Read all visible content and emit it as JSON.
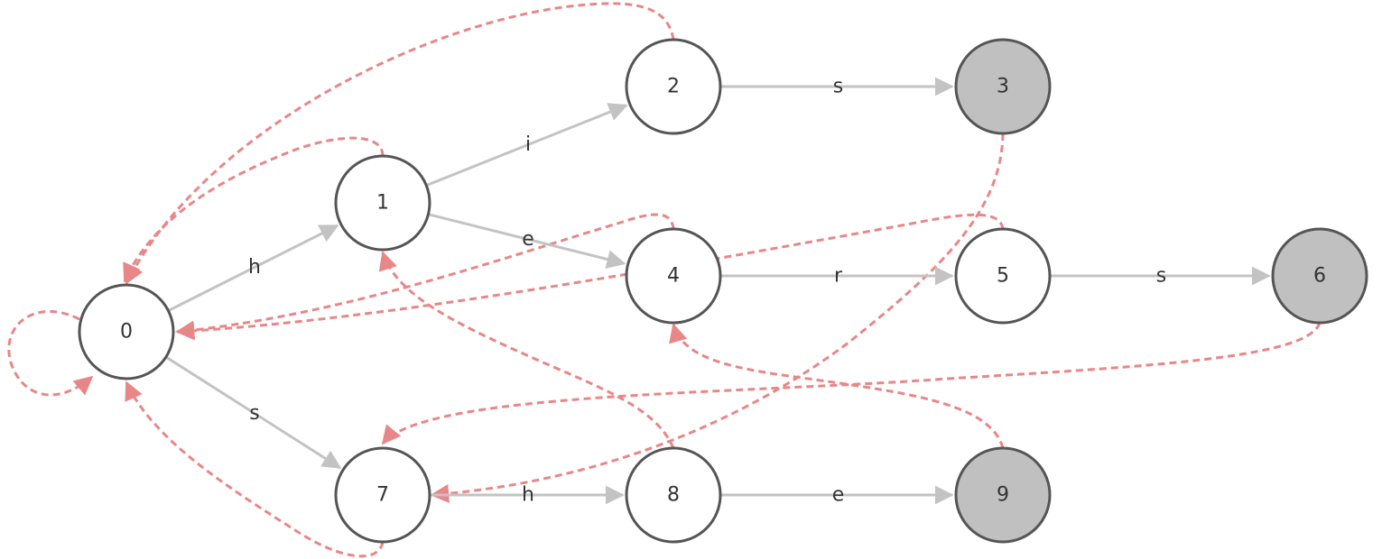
{
  "colors": {
    "transition_edge": "#c3c3c3",
    "failure_link": "#e88787",
    "node_stroke": "#555555",
    "node_fill": "#ffffff",
    "accept_fill": "#bfc0bf"
  },
  "nodes": [
    {
      "id": "0",
      "label": "0",
      "accepting": false
    },
    {
      "id": "1",
      "label": "1",
      "accepting": false
    },
    {
      "id": "2",
      "label": "2",
      "accepting": false
    },
    {
      "id": "3",
      "label": "3",
      "accepting": true
    },
    {
      "id": "4",
      "label": "4",
      "accepting": false
    },
    {
      "id": "5",
      "label": "5",
      "accepting": false
    },
    {
      "id": "6",
      "label": "6",
      "accepting": true
    },
    {
      "id": "7",
      "label": "7",
      "accepting": false
    },
    {
      "id": "8",
      "label": "8",
      "accepting": false
    },
    {
      "id": "9",
      "label": "9",
      "accepting": true
    }
  ],
  "transitions": [
    {
      "from": "0",
      "to": "1",
      "label": "h"
    },
    {
      "from": "0",
      "to": "7",
      "label": "s"
    },
    {
      "from": "1",
      "to": "2",
      "label": "i"
    },
    {
      "from": "1",
      "to": "4",
      "label": "e"
    },
    {
      "from": "2",
      "to": "3",
      "label": "s"
    },
    {
      "from": "4",
      "to": "5",
      "label": "r"
    },
    {
      "from": "5",
      "to": "6",
      "label": "s"
    },
    {
      "from": "7",
      "to": "8",
      "label": "h"
    },
    {
      "from": "8",
      "to": "9",
      "label": "e"
    }
  ],
  "failure_links": [
    {
      "from": "0",
      "to": "0"
    },
    {
      "from": "1",
      "to": "0"
    },
    {
      "from": "2",
      "to": "0"
    },
    {
      "from": "3",
      "to": "7"
    },
    {
      "from": "4",
      "to": "0"
    },
    {
      "from": "5",
      "to": "0"
    },
    {
      "from": "6",
      "to": "7"
    },
    {
      "from": "7",
      "to": "0"
    },
    {
      "from": "8",
      "to": "1"
    },
    {
      "from": "9",
      "to": "4"
    }
  ]
}
